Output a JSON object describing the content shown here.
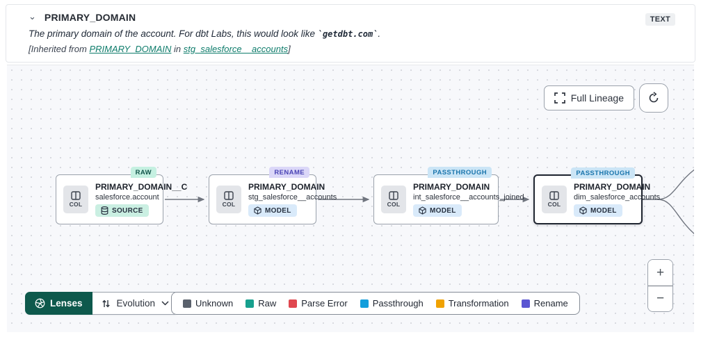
{
  "header": {
    "title": "PRIMARY_DOMAIN",
    "type_badge": "TEXT",
    "description_prefix": "The primary domain of the account. For dbt Labs, this would look like ",
    "description_code": "`getdbt.com`",
    "description_suffix": ".",
    "inherited_prefix": "[Inherited from ",
    "inherited_link_column": "PRIMARY_DOMAIN",
    "inherited_mid": " in ",
    "inherited_link_model": "stg_salesforce__accounts",
    "inherited_suffix": "]"
  },
  "toolbar": {
    "full_lineage_label": "Full Lineage"
  },
  "nodes": [
    {
      "tag": "RAW",
      "tag_bg": "#c5f0e1",
      "tag_color": "#14564c",
      "title": "PRIMARY_DOMAIN__C",
      "subtitle": "salesforce.account",
      "col_label": "COL",
      "kind": "SOURCE",
      "kind_bg": "#caefe2",
      "selected": false
    },
    {
      "tag": "RENAME",
      "tag_bg": "#dbd7f8",
      "tag_color": "#4a44b5",
      "title": "PRIMARY_DOMAIN",
      "subtitle": "stg_salesforce__accounts",
      "col_label": "COL",
      "kind": "MODEL",
      "kind_bg": "#d9eafa",
      "selected": false
    },
    {
      "tag": "PASSTHROUGH",
      "tag_bg": "#cbe5f6",
      "tag_color": "#1b76ad",
      "title": "PRIMARY_DOMAIN",
      "subtitle": "int_salesforce__accounts_joined",
      "col_label": "COL",
      "kind": "MODEL",
      "kind_bg": "#d9eafa",
      "selected": false
    },
    {
      "tag": "PASSTHROUGH",
      "tag_bg": "#cbe5f6",
      "tag_color": "#1b76ad",
      "title": "PRIMARY_DOMAIN",
      "subtitle": "dim_salesforce_accounts",
      "col_label": "COL",
      "kind": "MODEL",
      "kind_bg": "#d9eafa",
      "selected": true
    }
  ],
  "lenses": {
    "button_label": "Lenses",
    "dropdown_label": "Evolution"
  },
  "legend": {
    "items": [
      {
        "label": "Unknown",
        "color": "#5a616c"
      },
      {
        "label": "Raw",
        "color": "#17a08e"
      },
      {
        "label": "Parse Error",
        "color": "#e0474f"
      },
      {
        "label": "Passthrough",
        "color": "#129edc"
      },
      {
        "label": "Transformation",
        "color": "#f0a202"
      },
      {
        "label": "Rename",
        "color": "#5a55d2"
      }
    ]
  },
  "zoom_controls": {
    "zoom_in": "+",
    "zoom_out": "−"
  },
  "colors": {
    "accent_teal_link": "#0e7c6b",
    "lenses_green": "#0e594c",
    "edge_gray": "#70757f",
    "canvas_bg": "#f7f8fb"
  }
}
